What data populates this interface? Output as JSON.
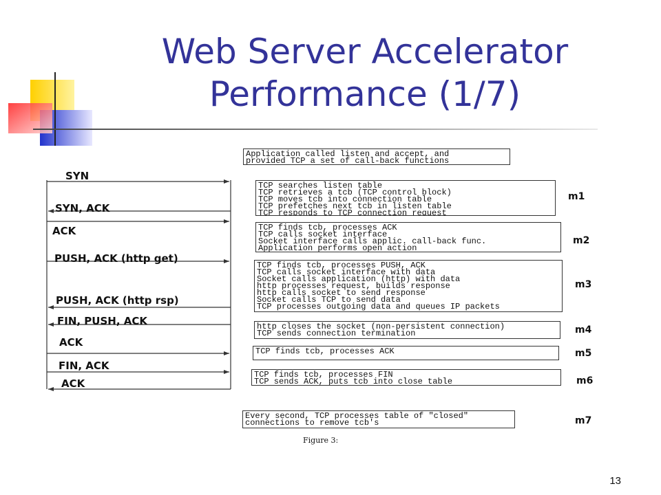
{
  "title_line1": "Web Server Accelerator",
  "title_line2": "Performance (1/7)",
  "page_number": "13",
  "figure_caption": "Figure 3:",
  "messages": [
    "SYN",
    "SYN, ACK",
    "ACK",
    "PUSH, ACK (http get)",
    "PUSH, ACK (http rsp)",
    "FIN, PUSH, ACK",
    "ACK",
    "FIN, ACK",
    "ACK"
  ],
  "boxes": [
    {
      "lines": [
        "Application called listen and accept, and",
        "provided TCP a set of call-back functions"
      ],
      "label": ""
    },
    {
      "lines": [
        "TCP searches listen table",
        "TCP retrieves a tcb (TCP control block)",
        "TCP moves tcb into connection table",
        "TCP prefetches next tcb in listen table",
        "TCP responds to TCP connection request"
      ],
      "label": "m1"
    },
    {
      "lines": [
        "TCP finds tcb, processes ACK",
        "TCP calls socket interface",
        "Socket interface calls applic. call-back func.",
        "Application performs open action"
      ],
      "label": "m2"
    },
    {
      "lines": [
        "TCP finds tcb, processes PUSH, ACK",
        "TCP calls socket interface with data",
        "Socket calls application (http) with data",
        "http processes request, builds response",
        "http calls socket to send response",
        "Socket calls TCP to send data",
        "TCP processes outgoing data and queues IP packets"
      ],
      "label": "m3"
    },
    {
      "lines": [
        "http closes the socket (non-persistent connection)",
        "TCP sends connection termination"
      ],
      "label": "m4"
    },
    {
      "lines": [
        "TCP finds tcb, processes ACK"
      ],
      "label": "m5"
    },
    {
      "lines": [
        "TCP finds tcb, processes FIN",
        "TCP sends ACK, puts tcb into close table"
      ],
      "label": "m6"
    },
    {
      "lines": [
        "Every second, TCP processes table of \"closed\"",
        "connections to remove tcb's"
      ],
      "label": "m7"
    }
  ]
}
